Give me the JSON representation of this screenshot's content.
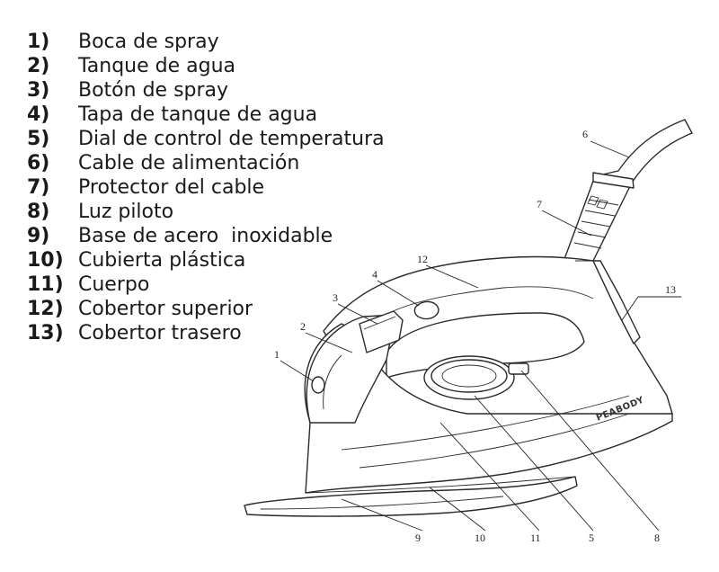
{
  "legend": [
    {
      "num": "1)",
      "label": "Boca de spray"
    },
    {
      "num": "2)",
      "label": "Tanque de agua"
    },
    {
      "num": "3)",
      "label": "Botón de spray"
    },
    {
      "num": "4)",
      "label": "Tapa de tanque de agua"
    },
    {
      "num": "5)",
      "label": "Dial de control de temperatura"
    },
    {
      "num": "6)",
      "label": "Cable de alimentación"
    },
    {
      "num": "7)",
      "label": "Protector del cable"
    },
    {
      "num": "8)",
      "label": "Luz piloto"
    },
    {
      "num": "9)",
      "label": "Base de acero  inoxidable"
    },
    {
      "num": "10)",
      "label": "Cubierta plástica"
    },
    {
      "num": "11)",
      "label": "Cuerpo"
    },
    {
      "num": "12)",
      "label": "Cobertor superior"
    },
    {
      "num": "13)",
      "label": "Cobertor trasero"
    }
  ],
  "callouts": {
    "c1": "1",
    "c2": "2",
    "c3": "3",
    "c4": "4",
    "c5": "5",
    "c6": "6",
    "c7": "7",
    "c8": "8",
    "c9": "9",
    "c10": "10",
    "c11": "11",
    "c12": "12",
    "c13": "13"
  },
  "brand": "PEABODY"
}
